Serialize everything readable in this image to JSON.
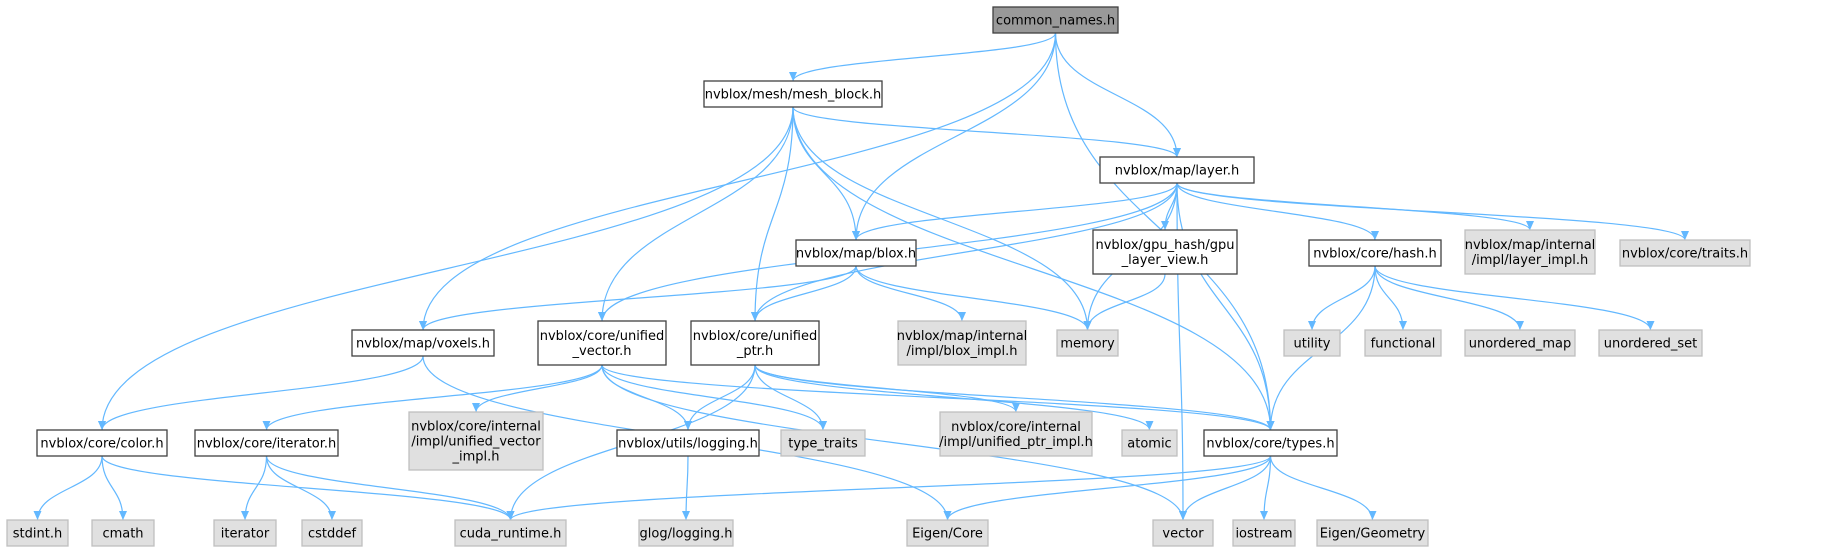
{
  "colors": {
    "focus_fill": "#999999",
    "internal_fill": "#ffffff",
    "system_fill": "#e0e0e0",
    "internal_border": "#404040",
    "system_border": "#bfbfbf",
    "edge": "#63b8ff"
  },
  "nodes": [
    {
      "id": "common_names",
      "lines": [
        "common_names.h"
      ],
      "kind": "focus"
    },
    {
      "id": "mesh_block",
      "lines": [
        "nvblox/mesh/mesh_block.h"
      ],
      "kind": "internal"
    },
    {
      "id": "layer",
      "lines": [
        "nvblox/map/layer.h"
      ],
      "kind": "internal"
    },
    {
      "id": "blox",
      "lines": [
        "nvblox/map/blox.h"
      ],
      "kind": "internal"
    },
    {
      "id": "gpu_layer_view",
      "lines": [
        "nvblox/gpu_hash/gpu",
        "_layer_view.h"
      ],
      "kind": "internal"
    },
    {
      "id": "hash",
      "lines": [
        "nvblox/core/hash.h"
      ],
      "kind": "internal"
    },
    {
      "id": "layer_impl",
      "lines": [
        "nvblox/map/internal",
        "/impl/layer_impl.h"
      ],
      "kind": "system"
    },
    {
      "id": "traits",
      "lines": [
        "nvblox/core/traits.h"
      ],
      "kind": "system"
    },
    {
      "id": "voxels",
      "lines": [
        "nvblox/map/voxels.h"
      ],
      "kind": "internal"
    },
    {
      "id": "unified_vector",
      "lines": [
        "nvblox/core/unified",
        "_vector.h"
      ],
      "kind": "internal"
    },
    {
      "id": "unified_ptr",
      "lines": [
        "nvblox/core/unified",
        "_ptr.h"
      ],
      "kind": "internal"
    },
    {
      "id": "blox_impl",
      "lines": [
        "nvblox/map/internal",
        "/impl/blox_impl.h"
      ],
      "kind": "system"
    },
    {
      "id": "memory",
      "lines": [
        "memory"
      ],
      "kind": "system"
    },
    {
      "id": "utility",
      "lines": [
        "utility"
      ],
      "kind": "system"
    },
    {
      "id": "functional",
      "lines": [
        "functional"
      ],
      "kind": "system"
    },
    {
      "id": "unordered_map",
      "lines": [
        "unordered_map"
      ],
      "kind": "system"
    },
    {
      "id": "unordered_set",
      "lines": [
        "unordered_set"
      ],
      "kind": "system"
    },
    {
      "id": "color",
      "lines": [
        "nvblox/core/color.h"
      ],
      "kind": "internal"
    },
    {
      "id": "iterator_h",
      "lines": [
        "nvblox/core/iterator.h"
      ],
      "kind": "internal"
    },
    {
      "id": "unified_vector_impl",
      "lines": [
        "nvblox/core/internal",
        "/impl/unified_vector",
        "_impl.h"
      ],
      "kind": "system"
    },
    {
      "id": "logging",
      "lines": [
        "nvblox/utils/logging.h"
      ],
      "kind": "internal"
    },
    {
      "id": "type_traits",
      "lines": [
        "type_traits"
      ],
      "kind": "system"
    },
    {
      "id": "unified_ptr_impl",
      "lines": [
        "nvblox/core/internal",
        "/impl/unified_ptr_impl.h"
      ],
      "kind": "system"
    },
    {
      "id": "atomic",
      "lines": [
        "atomic"
      ],
      "kind": "system"
    },
    {
      "id": "types",
      "lines": [
        "nvblox/core/types.h"
      ],
      "kind": "internal"
    },
    {
      "id": "stdint",
      "lines": [
        "stdint.h"
      ],
      "kind": "system"
    },
    {
      "id": "cmath",
      "lines": [
        "cmath"
      ],
      "kind": "system"
    },
    {
      "id": "iterator",
      "lines": [
        "iterator"
      ],
      "kind": "system"
    },
    {
      "id": "cstddef",
      "lines": [
        "cstddef"
      ],
      "kind": "system"
    },
    {
      "id": "cuda_runtime",
      "lines": [
        "cuda_runtime.h"
      ],
      "kind": "system"
    },
    {
      "id": "glog_logging",
      "lines": [
        "glog/logging.h"
      ],
      "kind": "system"
    },
    {
      "id": "eigen_core",
      "lines": [
        "Eigen/Core"
      ],
      "kind": "system"
    },
    {
      "id": "vector",
      "lines": [
        "vector"
      ],
      "kind": "system"
    },
    {
      "id": "iostream",
      "lines": [
        "iostream"
      ],
      "kind": "system"
    },
    {
      "id": "eigen_geometry",
      "lines": [
        "Eigen/Geometry"
      ],
      "kind": "system"
    }
  ],
  "edges": [
    [
      "common_names",
      "mesh_block"
    ],
    [
      "common_names",
      "layer"
    ],
    [
      "common_names",
      "blox"
    ],
    [
      "common_names",
      "voxels"
    ],
    [
      "common_names",
      "types"
    ],
    [
      "mesh_block",
      "layer"
    ],
    [
      "mesh_block",
      "blox"
    ],
    [
      "mesh_block",
      "unified_vector"
    ],
    [
      "mesh_block",
      "unified_ptr"
    ],
    [
      "mesh_block",
      "memory"
    ],
    [
      "mesh_block",
      "color"
    ],
    [
      "mesh_block",
      "types"
    ],
    [
      "layer",
      "blox"
    ],
    [
      "layer",
      "gpu_layer_view"
    ],
    [
      "layer",
      "hash"
    ],
    [
      "layer",
      "layer_impl"
    ],
    [
      "layer",
      "traits"
    ],
    [
      "layer",
      "memory"
    ],
    [
      "layer",
      "unified_vector"
    ],
    [
      "layer",
      "unified_ptr"
    ],
    [
      "layer",
      "types"
    ],
    [
      "layer",
      "vector"
    ],
    [
      "blox",
      "voxels"
    ],
    [
      "blox",
      "unified_ptr"
    ],
    [
      "blox",
      "blox_impl"
    ],
    [
      "blox",
      "memory"
    ],
    [
      "gpu_layer_view",
      "memory"
    ],
    [
      "hash",
      "utility"
    ],
    [
      "hash",
      "functional"
    ],
    [
      "hash",
      "unordered_map"
    ],
    [
      "hash",
      "unordered_set"
    ],
    [
      "hash",
      "types"
    ],
    [
      "voxels",
      "color"
    ],
    [
      "voxels",
      "eigen_core"
    ],
    [
      "unified_vector",
      "iterator_h"
    ],
    [
      "unified_vector",
      "unified_vector_impl"
    ],
    [
      "unified_vector",
      "logging"
    ],
    [
      "unified_vector",
      "type_traits"
    ],
    [
      "unified_vector",
      "types"
    ],
    [
      "unified_vector",
      "vector"
    ],
    [
      "unified_ptr",
      "logging"
    ],
    [
      "unified_ptr",
      "type_traits"
    ],
    [
      "unified_ptr",
      "unified_ptr_impl"
    ],
    [
      "unified_ptr",
      "atomic"
    ],
    [
      "unified_ptr",
      "types"
    ],
    [
      "unified_ptr",
      "cuda_runtime"
    ],
    [
      "color",
      "stdint"
    ],
    [
      "color",
      "cmath"
    ],
    [
      "color",
      "cuda_runtime"
    ],
    [
      "iterator_h",
      "iterator"
    ],
    [
      "iterator_h",
      "cstddef"
    ],
    [
      "iterator_h",
      "cuda_runtime"
    ],
    [
      "logging",
      "glog_logging"
    ],
    [
      "types",
      "cuda_runtime"
    ],
    [
      "types",
      "eigen_core"
    ],
    [
      "types",
      "vector"
    ],
    [
      "types",
      "iostream"
    ],
    [
      "types",
      "eigen_geometry"
    ]
  ]
}
